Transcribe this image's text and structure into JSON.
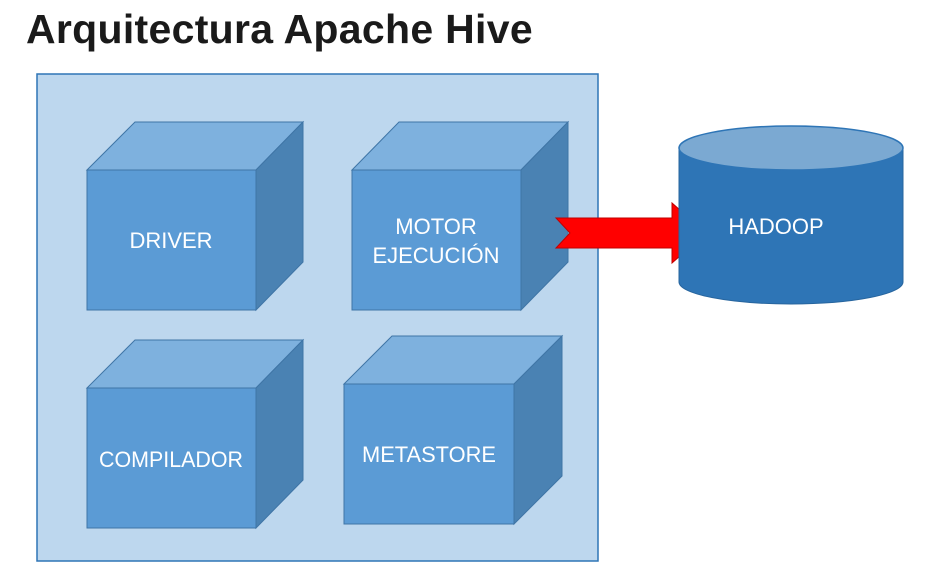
{
  "title": "Arquitectura Apache Hive",
  "components": {
    "driver": {
      "label": "DRIVER"
    },
    "motor": {
      "label_line1": "MOTOR",
      "label_line2": "EJECUCIÓN"
    },
    "compilador": {
      "label": "COMPILADOR"
    },
    "metastore": {
      "label": "METASTORE"
    }
  },
  "storage": {
    "label": "HADOOP"
  },
  "connections": [
    {
      "from": "MOTOR EJECUCIÓN",
      "to": "HADOOP",
      "style": "red-arrow"
    }
  ],
  "colors": {
    "container_fill": "#bdd7ee",
    "container_stroke": "#2e75b6",
    "cube_front": "#5b9bd5",
    "cube_top": "#7eb1de",
    "cube_side": "#4a82b3",
    "cylinder_body": "#2e75b6",
    "cylinder_top": "#7ba9d2",
    "arrow": "#ff0000"
  }
}
